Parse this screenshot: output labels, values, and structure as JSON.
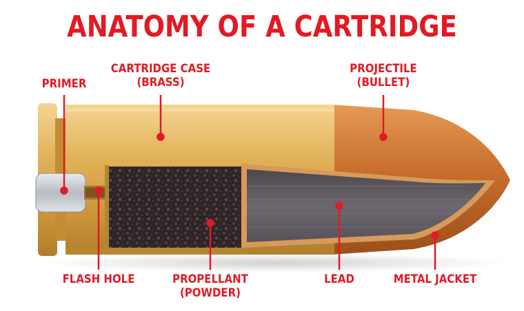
{
  "title": "ANATOMY OF A CARTRIDGE",
  "labels": {
    "primer": "PRIMER",
    "case_line1": "CARTRIDGE CASE",
    "case_line2": "(BRASS)",
    "projectile_line1": "PROJECTILE",
    "projectile_line2": "(BULLET)",
    "flash_hole": "FLASH HOLE",
    "propellant_line1": "PROPELLANT",
    "propellant_line2": "(POWDER)",
    "lead": "LEAD",
    "metal_jacket": "METAL JACKET"
  },
  "colors": {
    "accent": "#e11a24",
    "brass": "#d9a84a",
    "copper": "#c87432",
    "lead": "#5f5a5f",
    "powder": "#2e2424",
    "primer": "#c9ccd1"
  }
}
